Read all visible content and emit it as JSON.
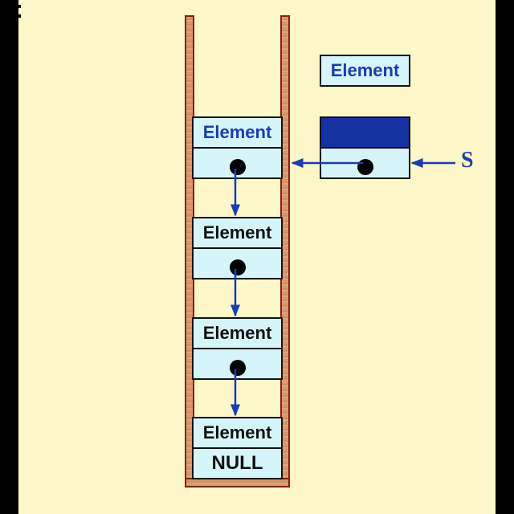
{
  "diagram": {
    "title": "Linked stack push operation",
    "free_node": {
      "label": "Element"
    },
    "new_node": {
      "data_label": "",
      "pointer": "dot"
    },
    "stack_pointer_label": "S",
    "stack_nodes": [
      {
        "label": "Element",
        "highlight": true
      },
      {
        "label": "Element",
        "highlight": false
      },
      {
        "label": "Element",
        "highlight": false
      },
      {
        "label": "Element",
        "highlight": false
      }
    ],
    "terminator": "NULL",
    "colors": {
      "background": "#fdf8c9",
      "cell_fill": "#d6f5fa",
      "accent_blue": "#1c3dab",
      "new_node_fill": "#1433a0",
      "rail_border": "#8b1d12"
    }
  }
}
